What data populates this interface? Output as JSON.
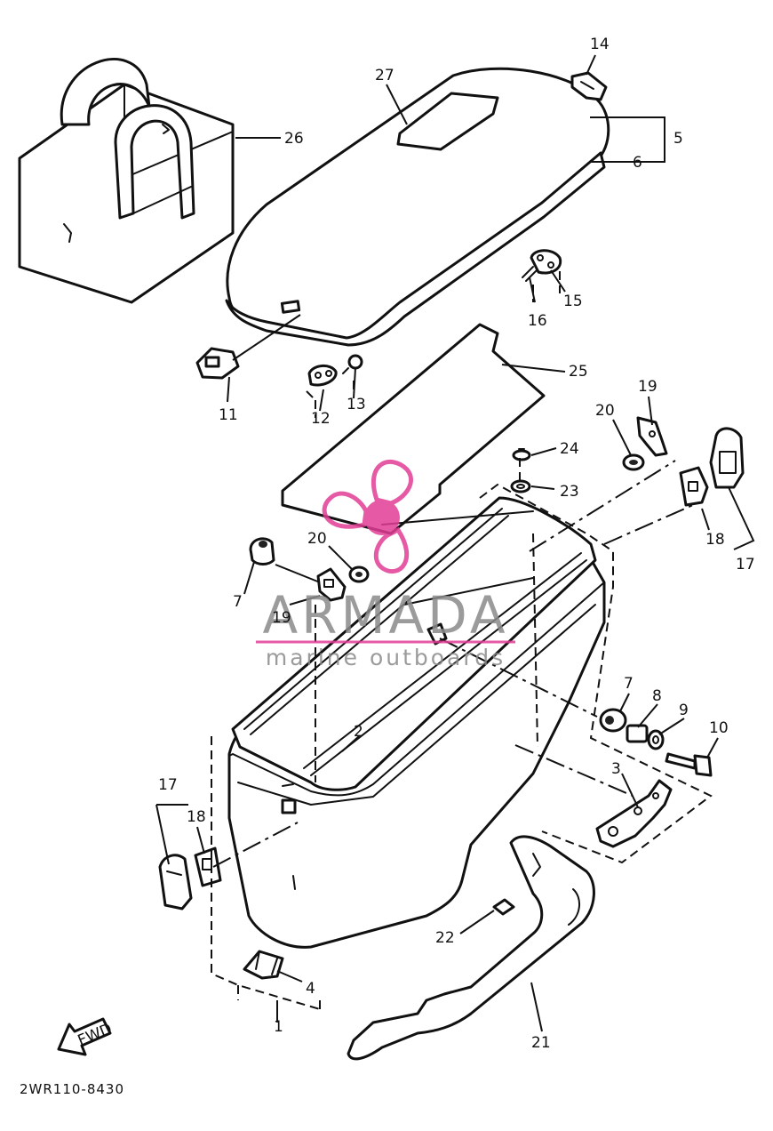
{
  "diagram": {
    "drawing_code": "2WR110-8430",
    "fwd_label": "FWD",
    "callouts": [
      "1",
      "2",
      "3",
      "4",
      "5",
      "6",
      "7",
      "7",
      "8",
      "9",
      "10",
      "11",
      "12",
      "13",
      "14",
      "15",
      "16",
      "17",
      "17",
      "18",
      "18",
      "19",
      "19",
      "20",
      "20",
      "21",
      "22",
      "23",
      "24",
      "25",
      "26",
      "27"
    ]
  },
  "watermark": {
    "title": "ARMADA",
    "subtitle": "marine outboards",
    "color": "#e23d95",
    "text_color": "#8a8a8a"
  }
}
